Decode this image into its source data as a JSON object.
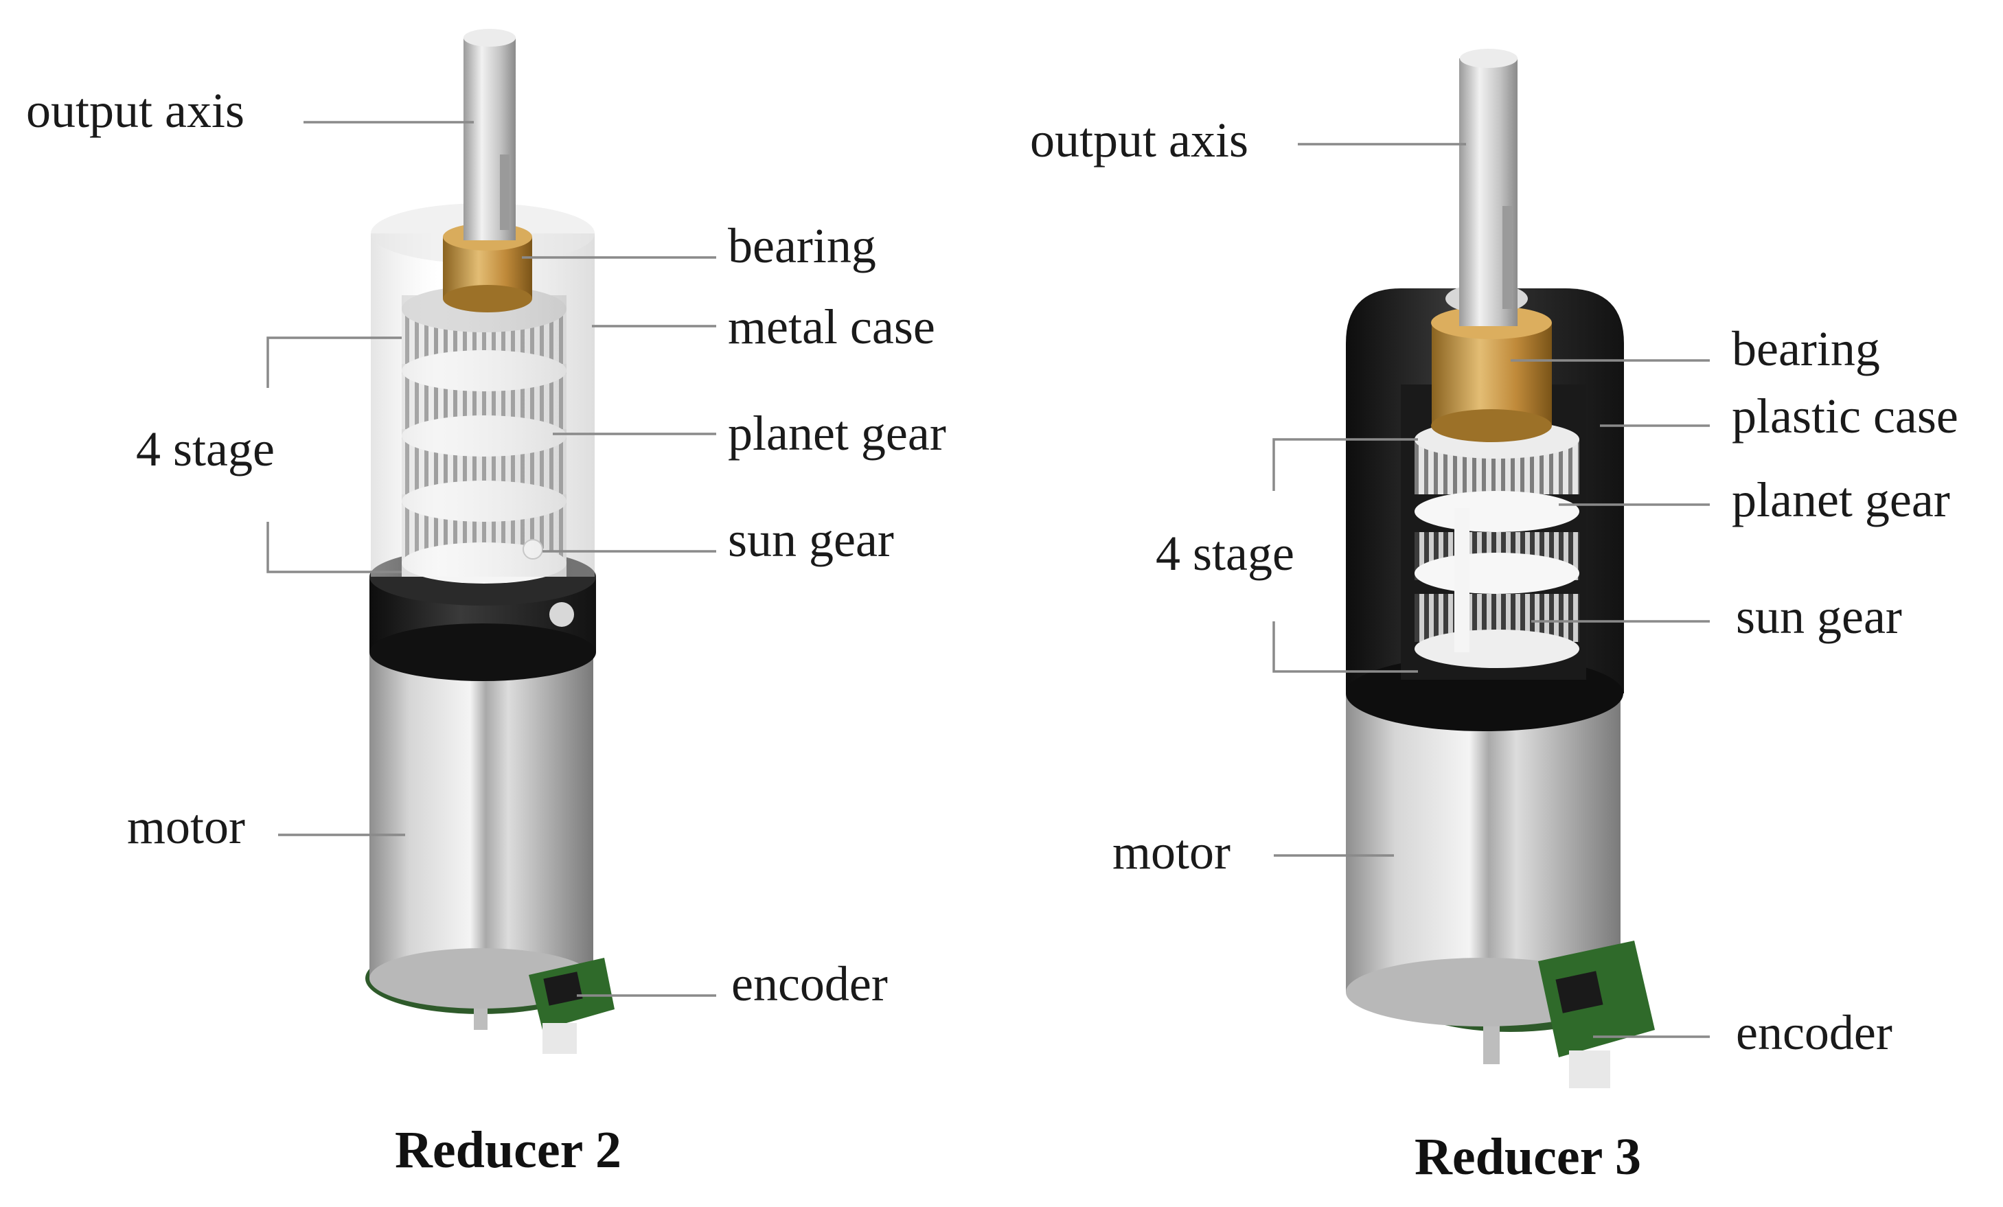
{
  "panels": [
    {
      "caption": "Reducer 2",
      "labels": {
        "output_axis": "output axis",
        "bearing": "bearing",
        "case": "metal case",
        "stage": "4 stage",
        "planet_gear": "planet gear",
        "sun_gear": "sun gear",
        "motor": "motor",
        "encoder": "encoder"
      }
    },
    {
      "caption": "Reducer 3",
      "labels": {
        "output_axis": "output axis",
        "bearing": "bearing",
        "case": "plastic case",
        "stage": "4 stage",
        "planet_gear": "planet gear",
        "sun_gear": "sun gear",
        "motor": "motor",
        "encoder": "encoder"
      }
    }
  ],
  "colors": {
    "background": "#ffffff",
    "text": "#1a1a1a",
    "leader_line": "#8a8a8a",
    "metal": "#c9c9c9",
    "brass": "#c89a48",
    "black_case": "#1e1e1e",
    "pcb": "#2e5a2a"
  }
}
